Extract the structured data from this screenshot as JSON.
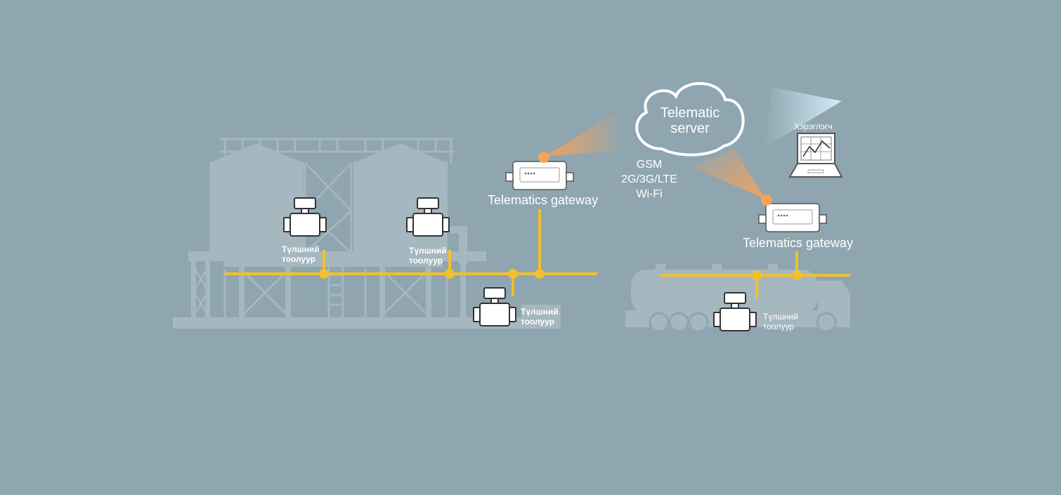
{
  "cloud": {
    "line1": "Telematic",
    "line2": "server"
  },
  "network": {
    "line1": "GSM",
    "line2": "2G/3G/LTE",
    "line3": "Wi-Fi"
  },
  "user": {
    "label": "Хэрэглэгч"
  },
  "gateways": [
    {
      "label": "Telematics gateway"
    },
    {
      "label": "Telematics gateway"
    }
  ],
  "meters": [
    {
      "line1": "Түлшний",
      "line2": "тоолуур"
    },
    {
      "line1": "Түлшний",
      "line2": "тоолуур"
    },
    {
      "line1": "Түлшний",
      "line2": "тоолуур"
    },
    {
      "line1": "Түлшний",
      "line2": "тоолуур"
    }
  ],
  "colors": {
    "background": "#8fa6b0",
    "silhouette": "#a5b7bf",
    "bus": "#f2c02e",
    "signal": "#f5a25a",
    "device": "#ffffff"
  }
}
